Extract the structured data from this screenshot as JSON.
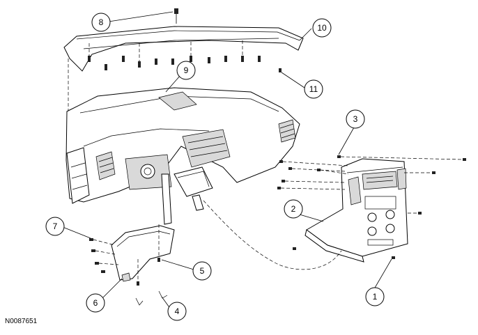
{
  "figure_code": "N0087651",
  "callouts": [
    {
      "id": "1",
      "label": "1"
    },
    {
      "id": "2",
      "label": "2"
    },
    {
      "id": "3",
      "label": "3"
    },
    {
      "id": "4",
      "label": "4"
    },
    {
      "id": "5",
      "label": "5"
    },
    {
      "id": "6",
      "label": "6"
    },
    {
      "id": "7",
      "label": "7"
    },
    {
      "id": "8",
      "label": "8"
    },
    {
      "id": "9",
      "label": "9"
    },
    {
      "id": "10",
      "label": "10"
    },
    {
      "id": "11",
      "label": "11"
    }
  ],
  "colors": {
    "line": "#000000",
    "background": "#ffffff",
    "shade": "#d9d9d9"
  }
}
